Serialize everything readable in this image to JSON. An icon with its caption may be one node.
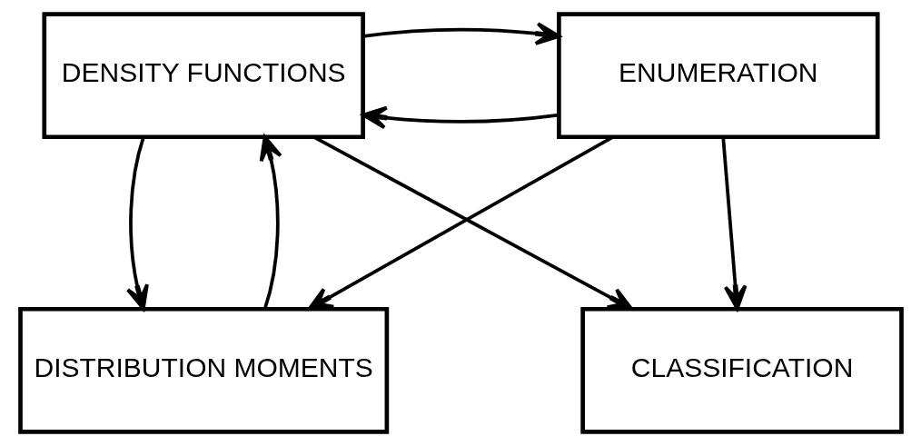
{
  "diagram": {
    "nodes": [
      {
        "text": [
          "ENUMERATION"
        ]
      },
      {
        "text": [
          "DENSITY FUNCTIONS"
        ]
      },
      {
        "text": [
          "DISTRIBUTION MOMENTS"
        ]
      },
      {
        "text": [
          "CLASSIFICATION"
        ]
      }
    ],
    "edges": [
      {
        "from": 0,
        "to": 1,
        "arrow": "to"
      },
      {
        "from": 1,
        "to": 0,
        "arrow": "to"
      },
      {
        "from": 0,
        "to": 2,
        "arrow": "to"
      },
      {
        "from": 0,
        "to": 3,
        "arrow": "to"
      },
      {
        "from": 1,
        "to": 2,
        "arrow": "to"
      },
      {
        "from": 2,
        "to": 1,
        "arrow": "to"
      },
      {
        "from": 1,
        "to": 3,
        "arrow": "to"
      }
    ]
  }
}
